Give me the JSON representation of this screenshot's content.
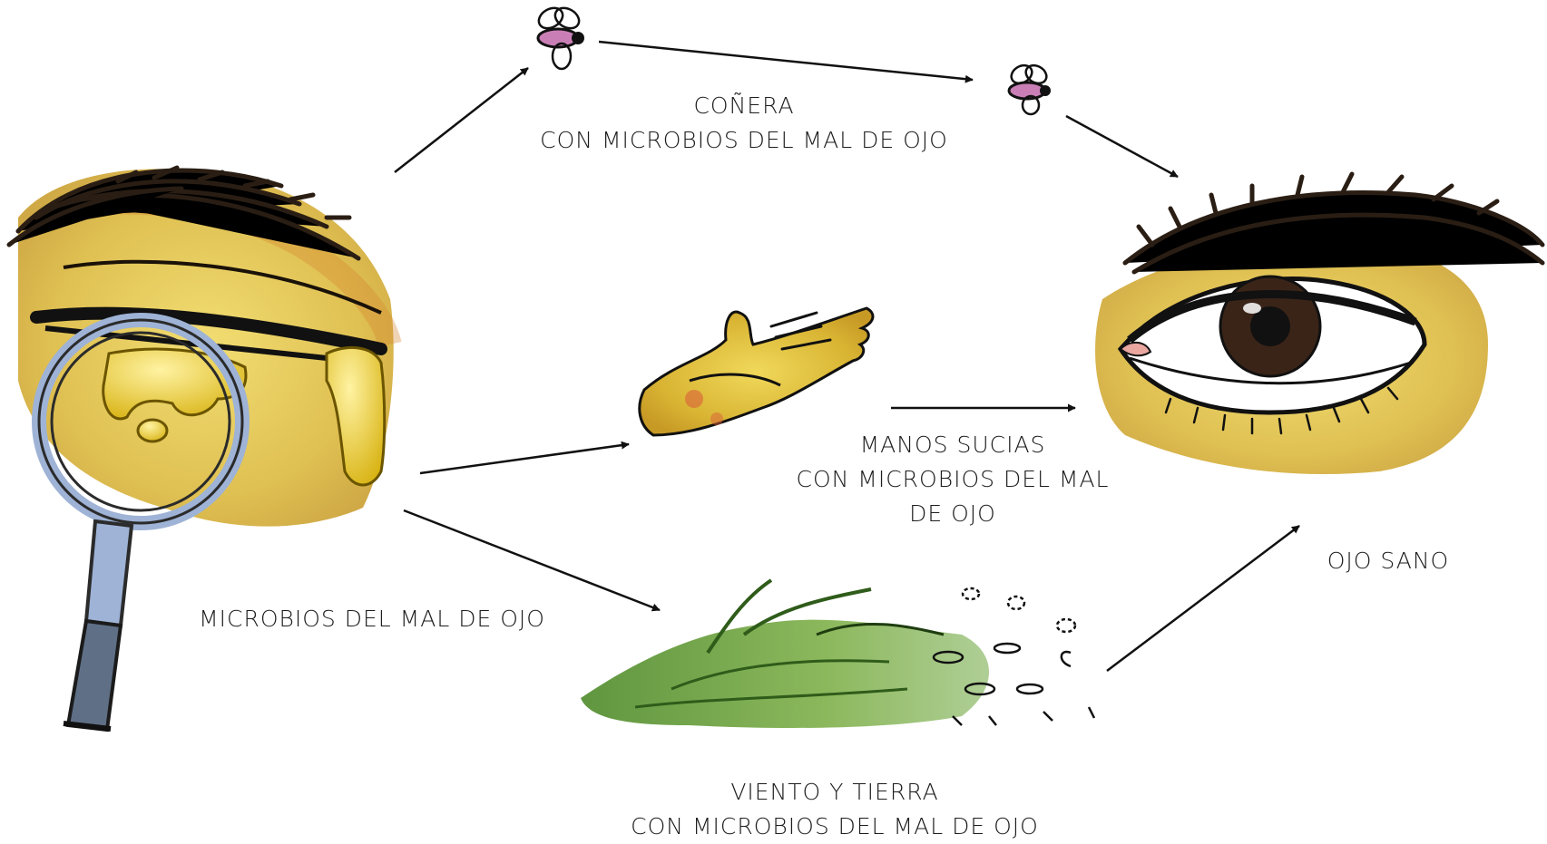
{
  "labels": {
    "flies": {
      "line1": "COÑERA",
      "line2": "CON MICROBIOS DEL MAL DE OJO"
    },
    "hands": {
      "line1": "MANOS SUCIAS",
      "line2": "CON MICROBIOS DEL MAL",
      "line3": "DE OJO"
    },
    "source": "MICROBIOS DEL MAL DE OJO",
    "healthy_eye": "OJO SANO",
    "wind": {
      "line1": "VIENTO Y TIERRA",
      "line2": "CON MICROBIOS DEL MAL DE OJO"
    }
  },
  "colors": {
    "arrow": "#111111",
    "skin_yellow": "#e3c23a",
    "skin_orange": "#d99a2a",
    "pus_yellow": "#e8c21b",
    "hair": "#2a1e14",
    "grass_green": "#5f9a2e",
    "lens_frame": "#9eb3d6",
    "iris": "#3a2418",
    "fly_body": "#c97fb6"
  }
}
